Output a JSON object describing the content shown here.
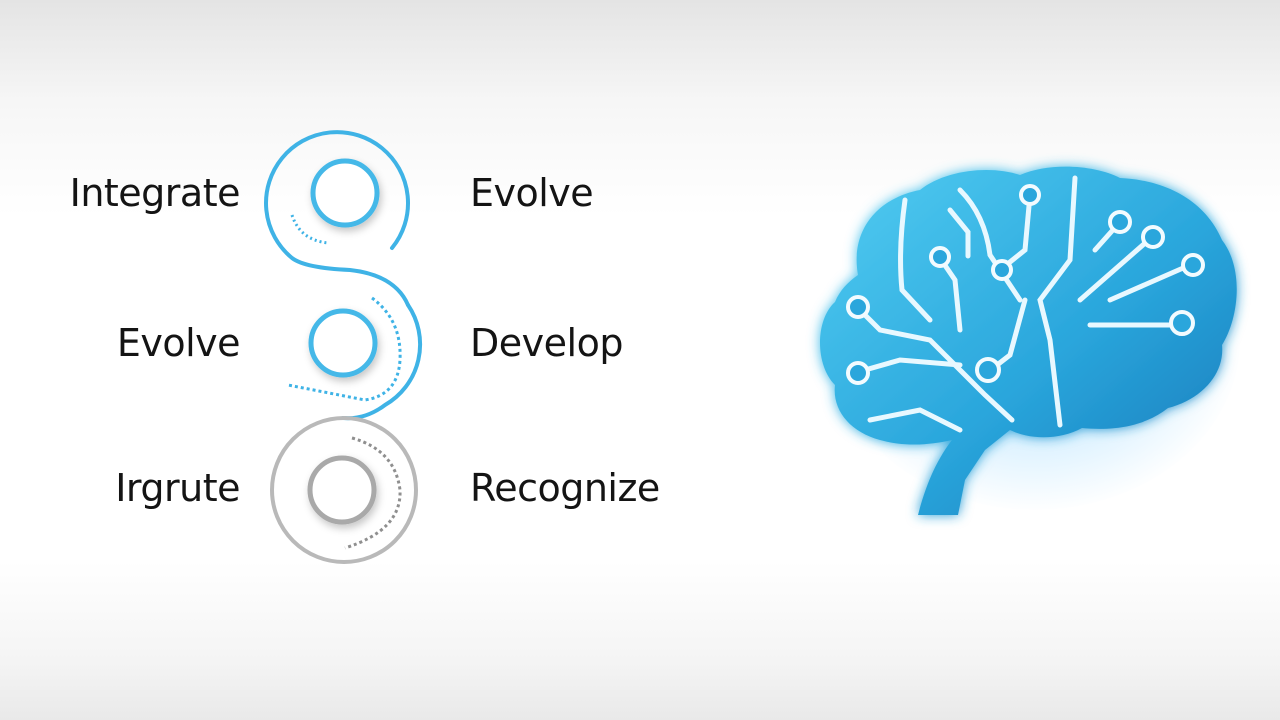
{
  "left_labels": [
    "Integrate",
    "Evolve",
    "Irgrute"
  ],
  "right_labels": [
    "Evolve",
    "Develop",
    "Recognize"
  ],
  "colors": {
    "accent_blue": "#3fb3e6",
    "accent_gray": "#b9b9b9",
    "brain_dark": "#1a86c4",
    "brain_light": "#45c2ee",
    "circuit": "#e8f8ff"
  },
  "icons": {
    "stage_1": "circle-node-icon",
    "stage_2": "circle-node-icon",
    "stage_3": "circle-node-icon",
    "brain": "circuit-brain-icon"
  }
}
